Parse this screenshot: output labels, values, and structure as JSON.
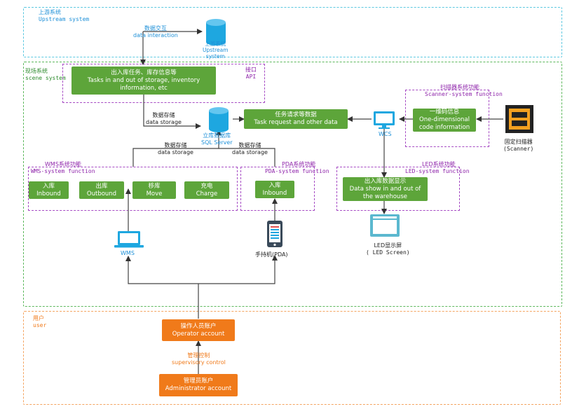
{
  "zones": {
    "upstream": {
      "cn": "上游系统",
      "en": "Upstream system"
    },
    "scene": {
      "cn": "现场系统",
      "en": "scene system"
    },
    "user": {
      "cn": "用户",
      "en": "user"
    }
  },
  "api": {
    "cn": "接口",
    "en": "API"
  },
  "nodes": {
    "tasks": {
      "cn": "出入库任务、库存信息等",
      "en1": "Tasks in and out of storage, inventory",
      "en2": "information, etc"
    },
    "task_request": {
      "cn": "任务请求等数据",
      "en": "Task request and other data"
    },
    "one_dim": {
      "cn": "一维码信息",
      "en1": "One-dimensional",
      "en2": "code information"
    },
    "wms_inbound": {
      "cn": "入库",
      "en": "Inbound"
    },
    "wms_outbound": {
      "cn": "出库",
      "en": "Outbound"
    },
    "wms_move": {
      "cn": "移库",
      "en": "Move"
    },
    "wms_charge": {
      "cn": "充电",
      "en": "Charge"
    },
    "pda_inbound": {
      "cn": "入库",
      "en": "Inbound"
    },
    "led_show": {
      "cn": "出入库数据显示",
      "en1": "Data show in and out of",
      "en2": "the warehouse"
    },
    "operator": {
      "cn": "操作人员账户",
      "en": "Operator account"
    },
    "admin": {
      "cn": "管理员账户",
      "en": "Administrator account"
    }
  },
  "functions": {
    "wms": {
      "cn": "WMS系统功能",
      "en": "WMS-system function"
    },
    "pda": {
      "cn": "PDA系统功能",
      "en": "PDA-system function"
    },
    "led": {
      "cn": "LED系统功能",
      "en": "LED-system function"
    },
    "scanner": {
      "cn": "扫描器系统功能",
      "en": "Scanner-system function"
    }
  },
  "edge_labels": {
    "data_interaction": {
      "cn": "数据交互",
      "en": "data interaction"
    },
    "data_storage_1": {
      "cn": "数据存储",
      "en": "data storage"
    },
    "data_storage_2": {
      "cn": "数据存储",
      "en": "data storage"
    },
    "data_storage_3": {
      "cn": "数据存储",
      "en": "data storage"
    },
    "supervisory": {
      "cn": "管理控制",
      "en": "supervisory control"
    }
  },
  "devices": {
    "upstream_db": {
      "cn": "上游系统",
      "en1": "Upstream",
      "en2": "system"
    },
    "sql_server": {
      "cn": "立库数据库",
      "en": "SQL Server"
    },
    "wcs": "WCS",
    "wms": "WMS",
    "pda": "手持机(PDA)",
    "scanner": {
      "cn": "固定扫描器",
      "en": "(Scanner)"
    },
    "led": {
      "cn": "LED显示屏",
      "en": "( LED Screen)"
    }
  },
  "colors": {
    "green_box": "#5da53a",
    "orange_box": "#f07a1a",
    "upstream_border": "#5bc8e0",
    "scene_border": "#5cb85c",
    "user_border": "#f4a460",
    "function_border": "#a64bc4",
    "device_blue": "#1ea7e0"
  }
}
